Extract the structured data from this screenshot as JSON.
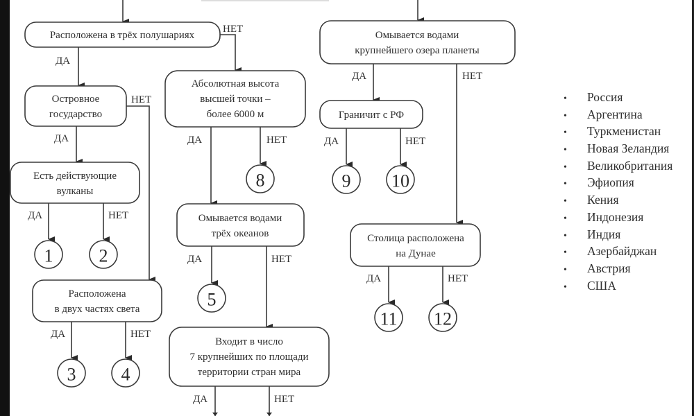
{
  "diagram": {
    "yes_label": "ДА",
    "no_label": "НЕТ",
    "nodes": {
      "three_hemispheres": [
        "Расположена в трёх полушариях"
      ],
      "island_state": [
        "Островное",
        "государство"
      ],
      "active_volcanoes": [
        "Есть действующие",
        "вулканы"
      ],
      "two_continents": [
        "Расположена",
        "в двух частях света"
      ],
      "high_point": [
        "Абсолютная высота",
        "высшей точки –",
        "более 6000 м"
      ],
      "three_oceans": [
        "Омывается водами",
        "трёх океанов"
      ],
      "top7_area": [
        "Входит в число",
        "7 крупнейших по площади",
        "территории стран мира"
      ],
      "largest_lake": [
        "Омывается водами",
        "крупнейшего озера планеты"
      ],
      "borders_rf": [
        "Граничит с РФ"
      ],
      "capital_danube": [
        "Столица расположена",
        "на Дунае"
      ]
    },
    "leaves": [
      "1",
      "2",
      "3",
      "4",
      "5",
      "8",
      "9",
      "10",
      "11",
      "12"
    ]
  },
  "countries": {
    "bullet": "•",
    "items": [
      "Россия",
      "Аргентина",
      "Туркменистан",
      "Новая Зеландия",
      "Великобритания",
      "Эфиопия",
      "Кения",
      "Индонезия",
      "Индия",
      "Азербайджан",
      "Австрия",
      "США"
    ]
  }
}
